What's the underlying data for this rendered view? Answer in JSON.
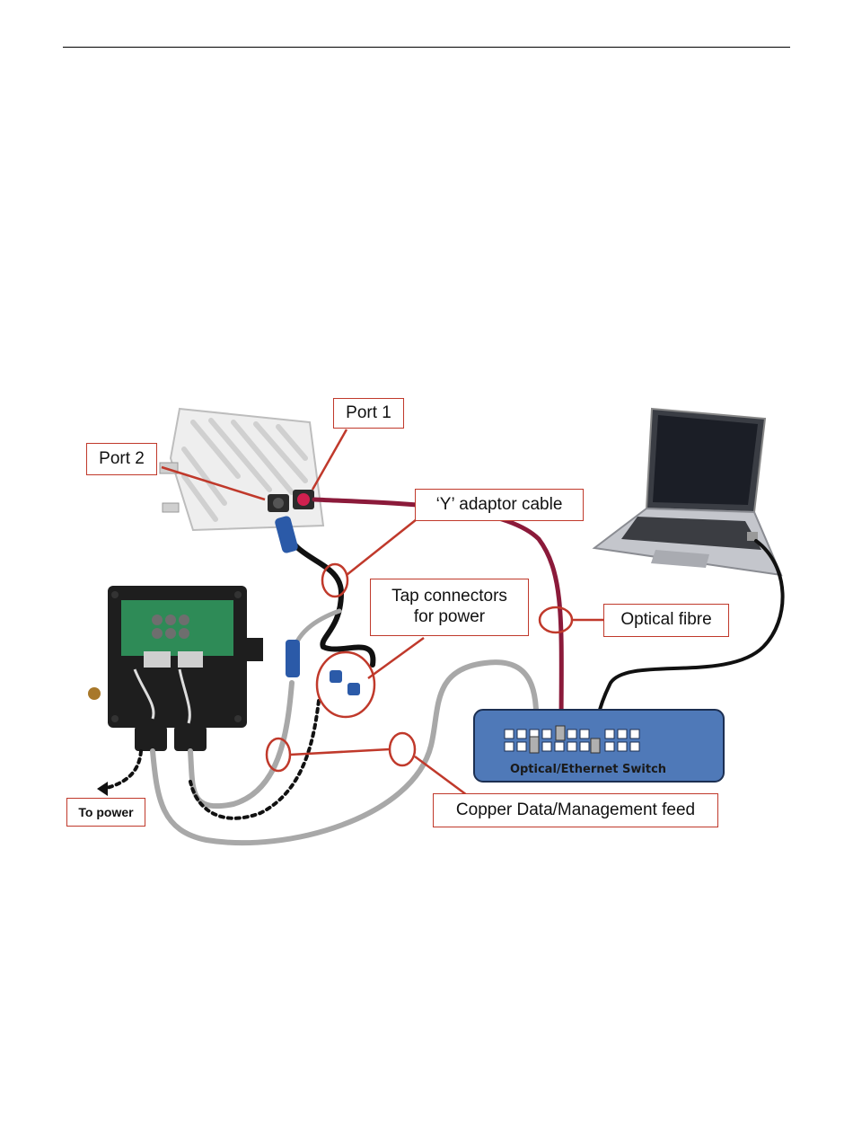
{
  "labels": {
    "port1": "Port 1",
    "port2": "Port 2",
    "y_adaptor": "‘Y’ adaptor cable",
    "tap_line1": "Tap connectors",
    "tap_line2": "for power",
    "optical_fibre": "Optical fibre",
    "switch": "Optical/Ethernet Switch",
    "copper": "Copper Data/Management feed",
    "to_power": "To power"
  },
  "colors": {
    "callout": "#c0392b",
    "fibre": "#8b1a3a",
    "copper_cable": "#a8a8a8",
    "switch_fill": "#4f79b8",
    "board": "#2e8b57"
  }
}
